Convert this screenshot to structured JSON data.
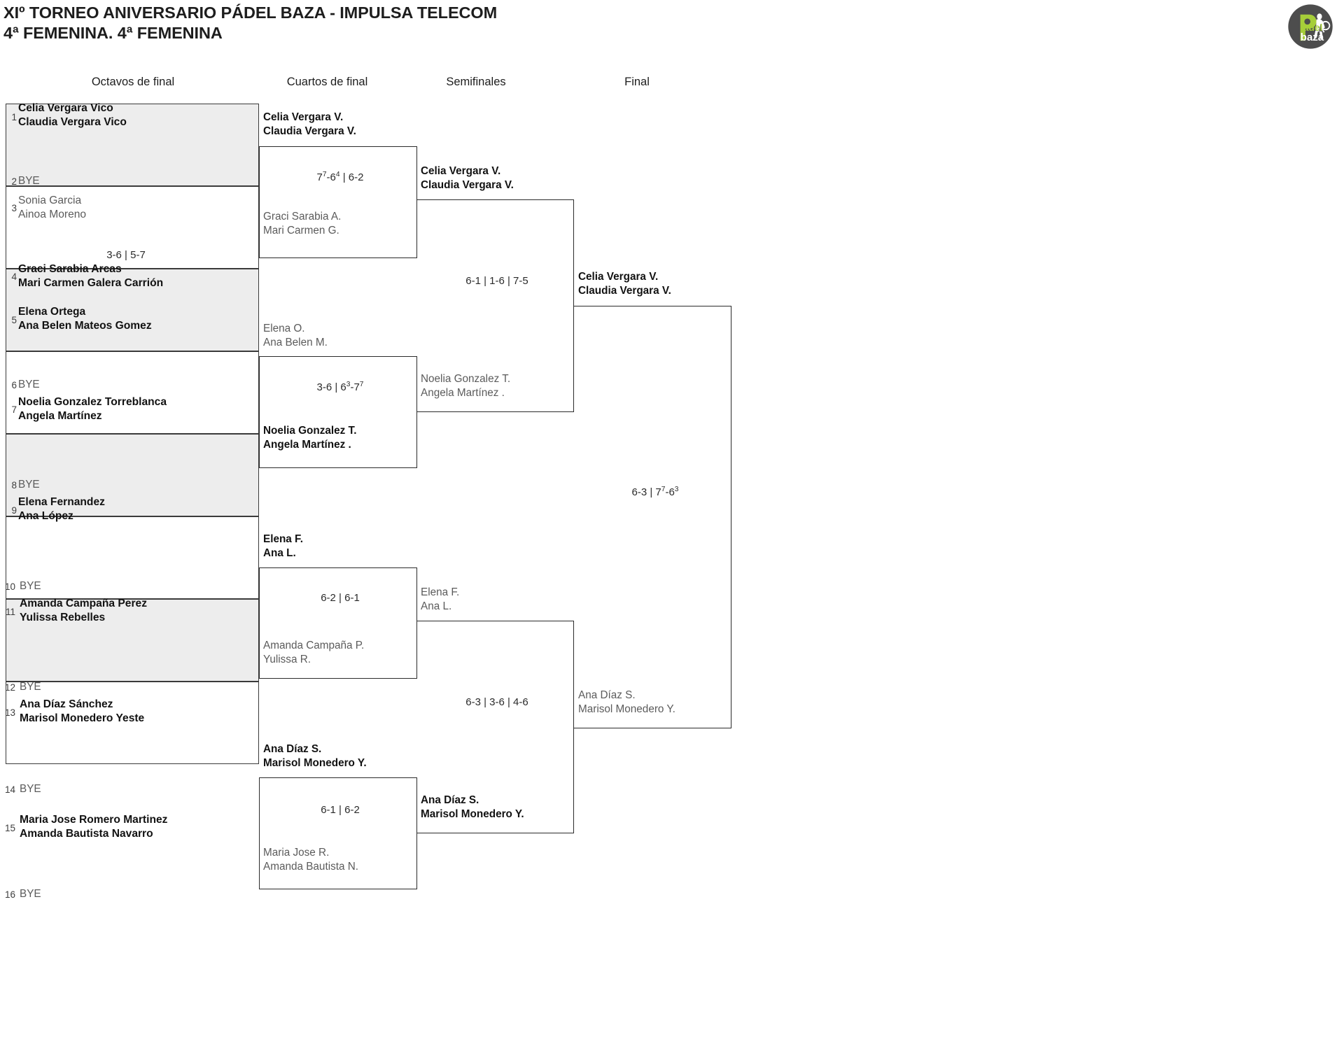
{
  "header": {
    "title_line1": "XIº TORNEO ANIVERSARIO PÁDEL BAZA - IMPULSA TELECOM",
    "title_line2": "4ª FEMENINA. 4ª FEMENINA",
    "logo_alt": "padel-baza-logo",
    "logo_text_top": "adel",
    "logo_text_bottom": "baza"
  },
  "rounds": [
    {
      "key": "octavos",
      "label": "Octavos de final"
    },
    {
      "key": "cuartos",
      "label": "Cuartos de final"
    },
    {
      "key": "semis",
      "label": "Semifinales"
    },
    {
      "key": "final",
      "label": "Final"
    }
  ],
  "bye_label": "BYE",
  "round1": {
    "seeds": [
      "1",
      "2",
      "3",
      "4",
      "5",
      "6",
      "7",
      "8",
      "9",
      "10",
      "11",
      "12",
      "13",
      "14",
      "15",
      "16"
    ],
    "matches": [
      {
        "top": {
          "line1": "Celia Vergara Vico",
          "line2": "Claudia Vergara Vico",
          "result": "win"
        },
        "bottom": {
          "line1": "BYE",
          "line2": "",
          "result": "bye"
        },
        "score": ""
      },
      {
        "top": {
          "line1": "Sonia Garcia",
          "line2": "Ainoa Moreno",
          "result": "lose"
        },
        "bottom": {
          "line1": "Graci Sarabia Arcas",
          "line2": "Mari Carmen Galera Carrión",
          "result": "win"
        },
        "score": "3-6 | 5-7"
      },
      {
        "top": {
          "line1": "Elena Ortega",
          "line2": "Ana Belen Mateos Gomez",
          "result": "win"
        },
        "bottom": {
          "line1": "BYE",
          "line2": "",
          "result": "bye"
        },
        "score": ""
      },
      {
        "top": {
          "line1": "Noelia Gonzalez Torreblanca",
          "line2": "Angela Martínez",
          "result": "win"
        },
        "bottom": {
          "line1": "BYE",
          "line2": "",
          "result": "bye"
        },
        "score": ""
      },
      {
        "top": {
          "line1": "Elena Fernandez",
          "line2": "Ana López",
          "result": "win"
        },
        "bottom": {
          "line1": "BYE",
          "line2": "",
          "result": "bye"
        },
        "score": ""
      },
      {
        "top": {
          "line1": "Amanda Campaña Perez",
          "line2": "Yulissa Rebelles",
          "result": "win"
        },
        "bottom": {
          "line1": "BYE",
          "line2": "",
          "result": "bye"
        },
        "score": ""
      },
      {
        "top": {
          "line1": "Ana Díaz Sánchez",
          "line2": "Marisol Monedero Yeste",
          "result": "win"
        },
        "bottom": {
          "line1": "BYE",
          "line2": "",
          "result": "bye"
        },
        "score": ""
      },
      {
        "top": {
          "line1": "Maria Jose Romero Martinez",
          "line2": "Amanda Bautista Navarro",
          "result": "win"
        },
        "bottom": {
          "line1": "BYE",
          "line2": "",
          "result": "bye"
        },
        "score": ""
      }
    ]
  },
  "round2": {
    "matches": [
      {
        "top": {
          "line1": "Celia Vergara V.",
          "line2": "Claudia Vergara V.",
          "result": "win"
        },
        "bottom": {
          "line1": "Graci Sarabia A.",
          "line2": "Mari Carmen G.",
          "result": "lose"
        },
        "score_html": "7<sup>7</sup>-6<sup>4</sup> | 6-2",
        "score_plain": "7(7)-6(4) | 6-2"
      },
      {
        "top": {
          "line1": "Elena O.",
          "line2": "Ana Belen M.",
          "result": "lose"
        },
        "bottom": {
          "line1": "Noelia Gonzalez T.",
          "line2": "Angela Martínez .",
          "result": "win"
        },
        "score_html": "3-6 | 6<sup>3</sup>-7<sup>7</sup>",
        "score_plain": "3-6 | 6(3)-7(7)"
      },
      {
        "top": {
          "line1": "Elena F.",
          "line2": "Ana L.",
          "result": "win"
        },
        "bottom": {
          "line1": "Amanda Campaña P.",
          "line2": "Yulissa R.",
          "result": "lose"
        },
        "score_html": "6-2 | 6-1",
        "score_plain": "6-2 | 6-1"
      },
      {
        "top": {
          "line1": "Ana Díaz S.",
          "line2": "Marisol Monedero Y.",
          "result": "win"
        },
        "bottom": {
          "line1": "Maria Jose R.",
          "line2": "Amanda Bautista N.",
          "result": "lose"
        },
        "score_html": "6-1 | 6-2",
        "score_plain": "6-1 | 6-2"
      }
    ]
  },
  "round3": {
    "matches": [
      {
        "top": {
          "line1": "Celia Vergara V.",
          "line2": "Claudia Vergara V.",
          "result": "win"
        },
        "bottom": {
          "line1": "Noelia Gonzalez T.",
          "line2": "Angela Martínez .",
          "result": "lose"
        },
        "score_html": "6-1 | 1-6 | 7-5",
        "score_plain": "6-1 | 1-6 | 7-5"
      },
      {
        "top": {
          "line1": "Elena F.",
          "line2": "Ana L.",
          "result": "lose"
        },
        "bottom": {
          "line1": "Ana Díaz S.",
          "line2": "Marisol Monedero Y.",
          "result": "win"
        },
        "score_html": "6-3 | 3-6 | 4-6",
        "score_plain": "6-3 | 3-6 | 4-6"
      }
    ]
  },
  "round4": {
    "matches": [
      {
        "top": {
          "line1": "Celia Vergara V.",
          "line2": "Claudia Vergara V.",
          "result": "win"
        },
        "bottom": {
          "line1": "Ana Díaz S.",
          "line2": "Marisol Monedero Y.",
          "result": "lose"
        },
        "score_html": "6-3 | 7<sup>7</sup>-6<sup>3</sup>",
        "score_plain": "6-3 | 7(7)-6(3)"
      }
    ]
  },
  "colors": {
    "shade": "#ededed",
    "border": "#3a3a3a",
    "winner_text": "#121212",
    "loser_text": "#5b5b5b",
    "logo_green": "#a6ce39",
    "logo_dark": "#4d4d4d"
  }
}
